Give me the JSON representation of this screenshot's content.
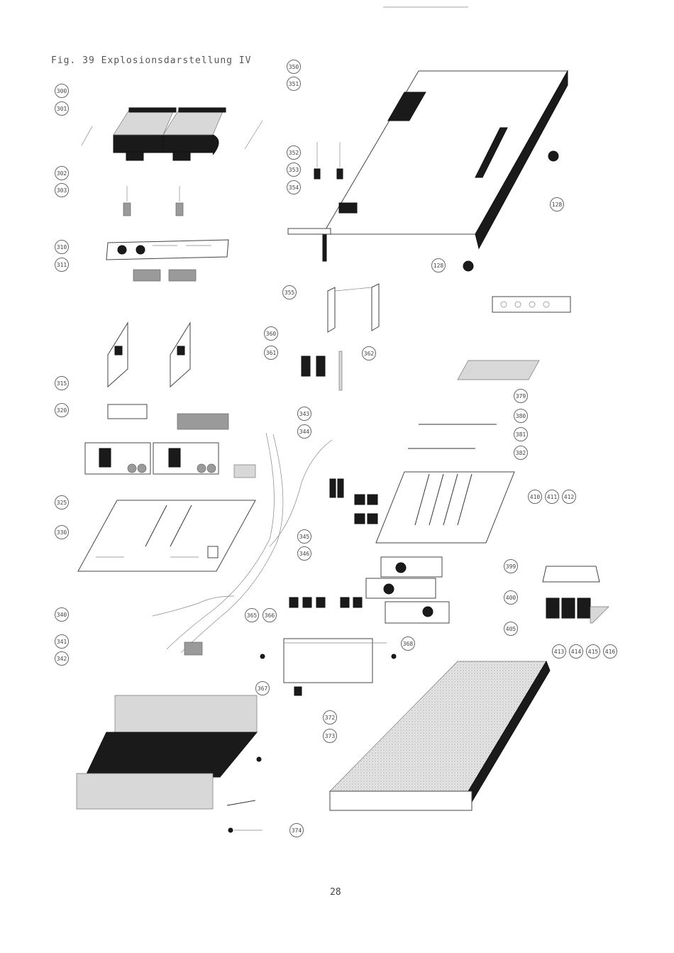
{
  "figure": {
    "caption": "Fig. 39  Explosionsdarstellung IV",
    "page_number": "28"
  },
  "callouts": [
    {
      "id": "300",
      "label": "300"
    },
    {
      "id": "301",
      "label": "301"
    },
    {
      "id": "302",
      "label": "302"
    },
    {
      "id": "303",
      "label": "303"
    },
    {
      "id": "310",
      "label": "310"
    },
    {
      "id": "311",
      "label": "311"
    },
    {
      "id": "315",
      "label": "315"
    },
    {
      "id": "320",
      "label": "320"
    },
    {
      "id": "325",
      "label": "325"
    },
    {
      "id": "330",
      "label": "330"
    },
    {
      "id": "340",
      "label": "340"
    },
    {
      "id": "341",
      "label": "341"
    },
    {
      "id": "342",
      "label": "342"
    },
    {
      "id": "343",
      "label": "343"
    },
    {
      "id": "344",
      "label": "344"
    },
    {
      "id": "345",
      "label": "345"
    },
    {
      "id": "346",
      "label": "346"
    },
    {
      "id": "350",
      "label": "350"
    },
    {
      "id": "351",
      "label": "351"
    },
    {
      "id": "352",
      "label": "352"
    },
    {
      "id": "353",
      "label": "353"
    },
    {
      "id": "354",
      "label": "354"
    },
    {
      "id": "355",
      "label": "355"
    },
    {
      "id": "360",
      "label": "360"
    },
    {
      "id": "361",
      "label": "361"
    },
    {
      "id": "362",
      "label": "362"
    },
    {
      "id": "365",
      "label": "365"
    },
    {
      "id": "366",
      "label": "366"
    },
    {
      "id": "367",
      "label": "367"
    },
    {
      "id": "368",
      "label": "368"
    },
    {
      "id": "372",
      "label": "372"
    },
    {
      "id": "373",
      "label": "373"
    },
    {
      "id": "374",
      "label": "374"
    },
    {
      "id": "128a",
      "label": "128"
    },
    {
      "id": "128b",
      "label": "128"
    },
    {
      "id": "379",
      "label": "379"
    },
    {
      "id": "380",
      "label": "380"
    },
    {
      "id": "381",
      "label": "381"
    },
    {
      "id": "382",
      "label": "382"
    },
    {
      "id": "410",
      "label": "410"
    },
    {
      "id": "411",
      "label": "411"
    },
    {
      "id": "412",
      "label": "412"
    },
    {
      "id": "399",
      "label": "399"
    },
    {
      "id": "400",
      "label": "400"
    },
    {
      "id": "405",
      "label": "405"
    },
    {
      "id": "413",
      "label": "413"
    },
    {
      "id": "414",
      "label": "414"
    },
    {
      "id": "415",
      "label": "415"
    },
    {
      "id": "416",
      "label": "416"
    }
  ]
}
